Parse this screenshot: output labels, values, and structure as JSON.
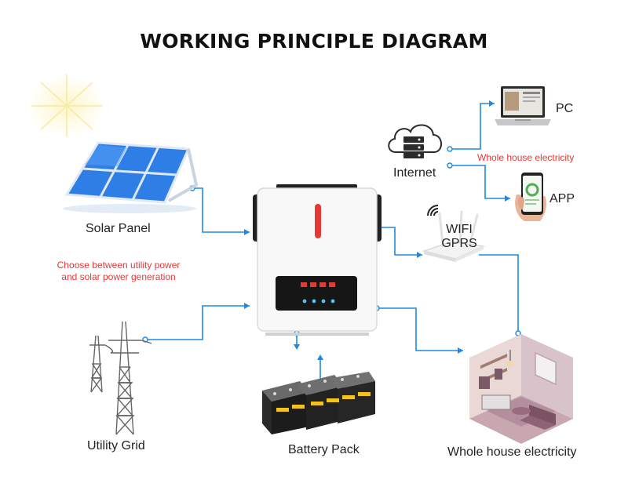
{
  "title": "WORKING PRINCIPLE DIAGRAM",
  "labels": {
    "solar_panel": "Solar Panel",
    "utility_grid": "Utility Grid",
    "battery_pack": "Battery Pack",
    "whole_house": "Whole house electricity",
    "internet": "Internet",
    "pc": "PC",
    "app": "APP",
    "wifi": "WIFI",
    "gprs": "GPRS"
  },
  "notes": {
    "whole_house_red": "Whole house electricity",
    "choose_line1": "Choose between utility power",
    "choose_line2": "and solar power generation"
  },
  "colors": {
    "connector": "#1e88e5",
    "note_red": "#e53935",
    "indicator": "#e53935"
  }
}
